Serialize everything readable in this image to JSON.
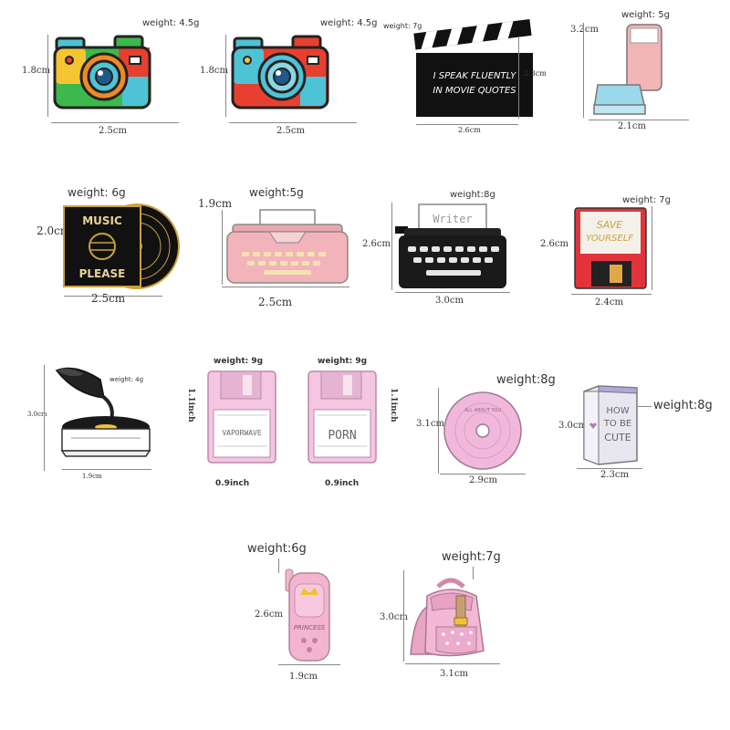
{
  "pins": [
    {
      "weight": "weight: 4.5g",
      "height": "1.8cm",
      "width": "2.5cm",
      "icon": "camera-icon",
      "colors": [
        "#3db84a",
        "#f5c531",
        "#e84030",
        "#4fc3d6"
      ]
    },
    {
      "weight": "weight: 4.5g",
      "height": "1.8cm",
      "width": "2.5cm",
      "icon": "camera-icon",
      "colors": [
        "#e84030",
        "#f5c531",
        "#4fc3d6"
      ]
    },
    {
      "weight": "weight: 7g",
      "height": "2.3cm",
      "width": "2.6cm",
      "icon": "clapperboard-icon",
      "line1": "I SPEAK FLUENTLY",
      "line2": "IN MOVIE QUOTES"
    },
    {
      "weight": "weight: 5g",
      "height": "3.2cm",
      "width": "2.1cm",
      "icon": "inhaler-icon"
    },
    {
      "weight": "weight: 6g",
      "height": "2.0cm",
      "width": "2.5cm",
      "icon": "vinyl-record-icon",
      "line1": "MUSIC",
      "line2": "PLEASE"
    },
    {
      "weight": "weight:5g",
      "height": "1.9cm",
      "width": "2.5cm",
      "icon": "typewriter-icon"
    },
    {
      "weight": "weight:8g",
      "height": "2.6cm",
      "width": "3.0cm",
      "icon": "typewriter-icon",
      "text": "Writer"
    },
    {
      "weight": "weight: 7g",
      "height": "2.6cm",
      "width": "2.4cm",
      "icon": "floppy-disk-icon",
      "line1": "SAVE",
      "line2": "YOURSELF"
    },
    {
      "weight": "weight: 4g",
      "height": "3.0cm",
      "width": "1.9cm",
      "icon": "gramophone-icon"
    },
    {
      "weight": "weight: 9g",
      "height": "1.1inch",
      "width": "0.9inch",
      "icon": "floppy-disk-icon",
      "text": "VAPORWAVE"
    },
    {
      "weight": "weight: 9g",
      "height": "1.1inch",
      "width": "0.9inch",
      "icon": "floppy-disk-icon",
      "text": "PORN"
    },
    {
      "weight": "weight:8g",
      "height": "3.1cm",
      "width": "2.9cm",
      "icon": "cd-disc-icon",
      "text": "ALL ABOUT YOU"
    },
    {
      "weight": "weight:8g",
      "height": "3.0cm",
      "width": "2.3cm",
      "icon": "book-icon",
      "line1": "HOW",
      "line2": "TO BE",
      "line3": "CUTE"
    },
    {
      "weight": "weight:6g",
      "height": "2.6cm",
      "width": "1.9cm",
      "icon": "flip-phone-icon",
      "text": "PRINCESS"
    },
    {
      "weight": "weight:7g",
      "height": "3.0cm",
      "width": "3.1cm",
      "icon": "backpack-icon"
    }
  ]
}
